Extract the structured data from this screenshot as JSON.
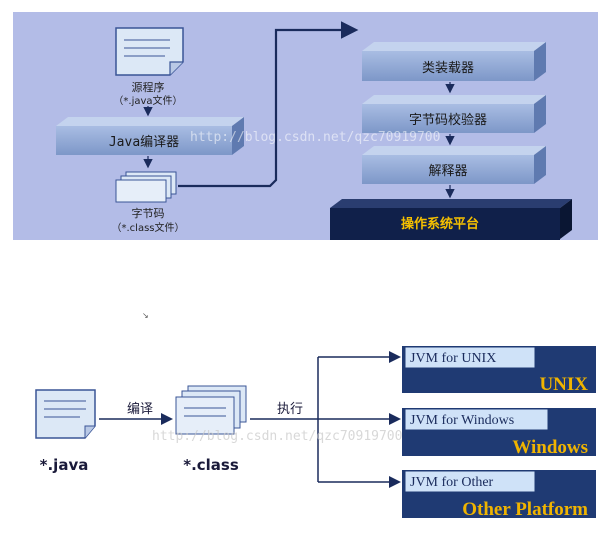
{
  "top_diagram": {
    "source_label": "源程序",
    "source_sub": "（*.java文件）",
    "compiler_label": "Java编译器",
    "bytecode_label": "字节码",
    "bytecode_sub": "（*.class文件）",
    "loader_label": "类装载器",
    "verifier_label": "字节码校验器",
    "interpreter_label": "解释器",
    "os_label": "操作系统平台"
  },
  "bottom_diagram": {
    "java_label": "*.java",
    "compile_label": "编译",
    "class_label": "*.class",
    "execute_label": "执行",
    "jvms": [
      {
        "box": "JVM for UNIX",
        "platform": "UNIX"
      },
      {
        "box": "JVM for Windows",
        "platform": "Windows"
      },
      {
        "box": "JVM for Other",
        "platform": "Other Platform"
      }
    ]
  },
  "watermark": "http://blog.csdn.net/qzc70919700",
  "colors": {
    "top_bg": "#b3bce7",
    "box_fill": "#8aa2cf",
    "os_fill": "#10204a",
    "os_text": "#f5c000",
    "jvm_dark": "#1f3a73",
    "jvm_light": "#cfe2f8",
    "platform_text": "#f0b400",
    "arrow_dark": "#1a2b5c"
  }
}
